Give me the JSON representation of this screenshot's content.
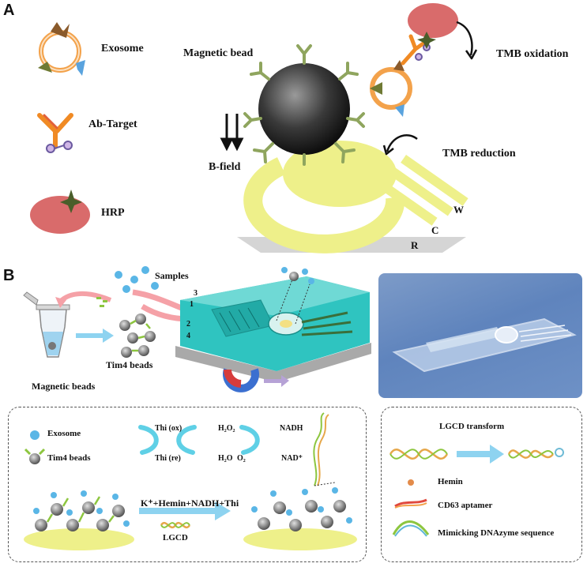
{
  "panelA": {
    "letter": "A",
    "legend": {
      "exosome": "Exosome",
      "ab_target": "Ab-Target",
      "hrp": "HRP"
    },
    "magnetic_bead": "Magnetic bead",
    "b_field": "B-field",
    "tmb_oxidation": "TMB oxidation",
    "tmb_reduction": "TMB reduction",
    "electrodes": {
      "w": "W",
      "c": "C",
      "r": "R"
    }
  },
  "panelB": {
    "letter": "B",
    "samples": "Samples",
    "magnetic_beads": "Magnetic beads",
    "tim4_beads": "Tim4 beads",
    "ports": [
      "1",
      "2",
      "3",
      "4"
    ],
    "legend": {
      "exosome": "Exosome",
      "tim4_beads": "Tim4 beads"
    },
    "cycle": {
      "thi_ox": "Thi (ox)",
      "thi_re": "Thi (re)",
      "h2o2": "H₂O₂",
      "h2o": "H₂O",
      "o2": "O₂",
      "nadh": "NADH",
      "nad": "NAD⁺"
    },
    "reaction": "K⁺+Hemin+NADH+Thi",
    "lgcd": "LGCD",
    "right_legend": {
      "title": "LGCD transform",
      "hemin": "Hemin",
      "cd63": "CD63 aptamer",
      "dnazyme": "Mimicking DNAzyme sequence"
    }
  },
  "colors": {
    "chip": "#2fc4c0",
    "electrode_yellow": "#eef08a",
    "bead_dark": "#1e1e1e",
    "exosome_orange": "#f3a24b",
    "hrp_red": "#d96b6b",
    "arrow_cyan": "#5fd0e6",
    "antibody_green": "#9aae66"
  }
}
